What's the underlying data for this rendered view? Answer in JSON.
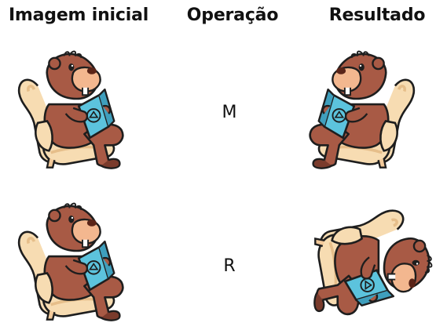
{
  "headers": {
    "initial": "Imagem inicial",
    "operation": "Operação",
    "result": "Resultado"
  },
  "rows": [
    {
      "operation": "M",
      "result_transform": "mirror-horizontal"
    },
    {
      "operation": "R",
      "result_transform": "rotate-clockwise"
    }
  ],
  "colors": {
    "beaver_brown": "#a85a45",
    "beaver_dark": "#7a3b2c",
    "muzzle": "#f3b78f",
    "chair": "#f7dcb2",
    "chair_shadow": "#e6be8a",
    "book": "#5cc3dd",
    "outline": "#1e1e1e"
  },
  "icons": {
    "image": "beaver-reading-in-armchair"
  }
}
